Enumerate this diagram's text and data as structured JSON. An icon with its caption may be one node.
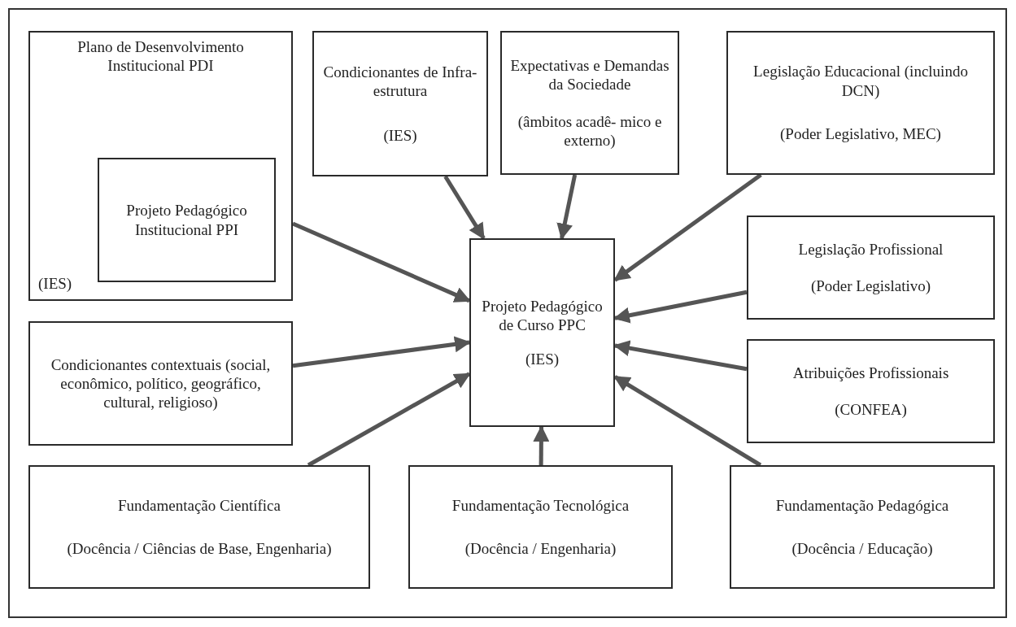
{
  "diagram": {
    "nodes": [
      {
        "text": [
          "Plano de Desenvolvimento Institucional PDI",
          "(IES)"
        ]
      },
      {
        "text": [
          "Projeto Pedagógico Institucional PPI"
        ],
        "in": 0
      },
      {
        "text": [
          "Condicionantes de Infra-estrutura",
          "(IES)"
        ]
      },
      {
        "text": [
          "Expectativas e Demandas da Sociedade",
          "(âmbitos acadê- mico e externo)"
        ]
      },
      {
        "text": [
          "Legislação Educacional (incluindo DCN)",
          "(Poder Legislativo, MEC)"
        ]
      },
      {
        "text": [
          "Projeto Pedagógico de Curso PPC",
          "(IES)"
        ]
      },
      {
        "text": [
          "Condicionantes contextuais (social, econômico, político, geográfico, cultural, religioso)"
        ]
      },
      {
        "text": [
          "Legislação Profissional",
          "(Poder Legislativo)"
        ]
      },
      {
        "text": [
          "Atribuições Profissionais",
          "(CONFEA)"
        ]
      },
      {
        "text": [
          "Fundamentação Científica",
          "(Docência / Ciências de Base, Engenharia)"
        ]
      },
      {
        "text": [
          "Fundamentação Tecnológica",
          "(Docência / Engenharia)"
        ]
      },
      {
        "text": [
          "Fundamentação Pedagógica",
          "(Docência / Educação)"
        ]
      }
    ],
    "edges": [
      {
        "from": 0,
        "to": 5,
        "arrow": "to"
      },
      {
        "from": 2,
        "to": 5,
        "arrow": "to"
      },
      {
        "from": 3,
        "to": 5,
        "arrow": "to"
      },
      {
        "from": 4,
        "to": 5,
        "arrow": "to"
      },
      {
        "from": 7,
        "to": 5,
        "arrow": "to"
      },
      {
        "from": 8,
        "to": 5,
        "arrow": "to"
      },
      {
        "from": 6,
        "to": 5,
        "arrow": "to"
      },
      {
        "from": 9,
        "to": 5,
        "arrow": "to"
      },
      {
        "from": 10,
        "to": 5,
        "arrow": "to"
      },
      {
        "from": 11,
        "to": 5,
        "arrow": "to"
      }
    ]
  }
}
